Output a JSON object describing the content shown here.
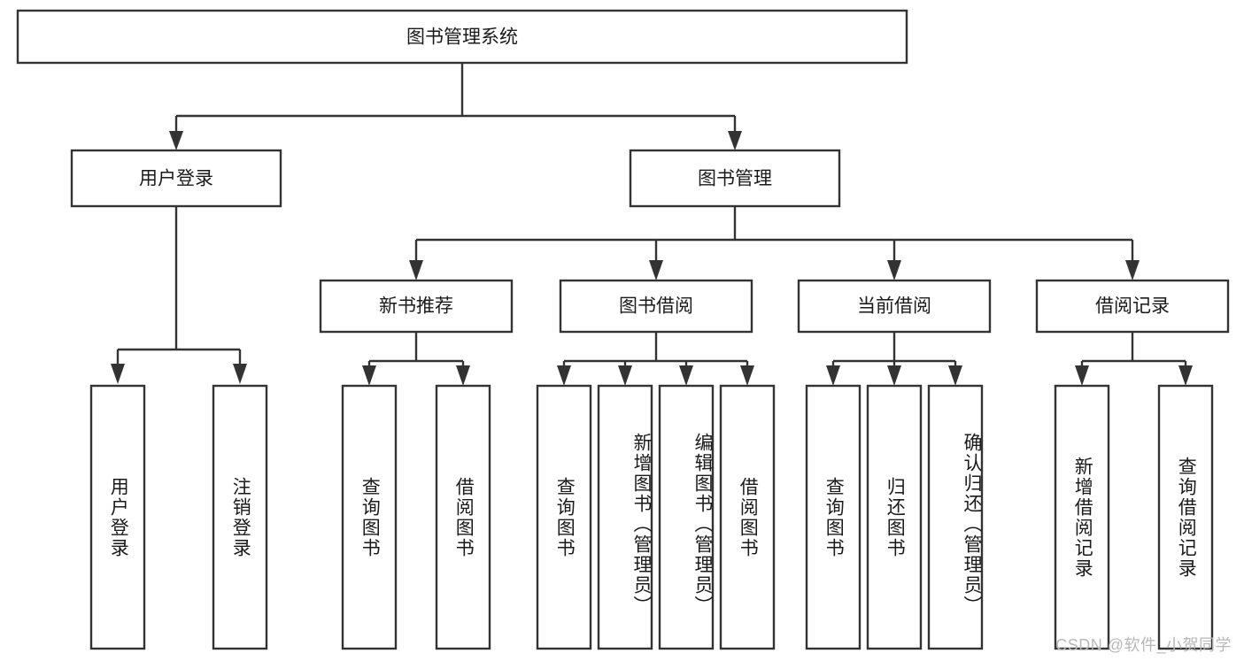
{
  "diagram": {
    "title": "图书管理系统",
    "watermark": "CSDN @软件_小贺同学",
    "colors": {
      "stroke": "#333333",
      "box_fill": "#ffffff",
      "text": "#1a1a1a",
      "background": "#ffffff",
      "watermark": "#b8b8b8"
    },
    "root": {
      "label": "图书管理系统"
    },
    "level2": [
      {
        "label": "用户登录"
      },
      {
        "label": "图书管理"
      }
    ],
    "level3": [
      {
        "label": "新书推荐"
      },
      {
        "label": "图书借阅"
      },
      {
        "label": "当前借阅"
      },
      {
        "label": "借阅记录"
      }
    ],
    "leaves": {
      "user_login": [
        {
          "label": "用户登录"
        },
        {
          "label": "注销登录"
        }
      ],
      "new_book_recommend": [
        {
          "label": "查询图书"
        },
        {
          "label": "借阅图书"
        }
      ],
      "book_borrow": [
        {
          "label": "查询图书"
        },
        {
          "label": "新增图书（管理员）"
        },
        {
          "label": "编辑图书（管理员）"
        },
        {
          "label": "借阅图书"
        }
      ],
      "current_borrow": [
        {
          "label": "查询图书"
        },
        {
          "label": "归还图书"
        },
        {
          "label": "确认归还（管理员）"
        }
      ],
      "borrow_record": [
        {
          "label": "新增借阅记录"
        },
        {
          "label": "查询借阅记录"
        }
      ]
    }
  }
}
